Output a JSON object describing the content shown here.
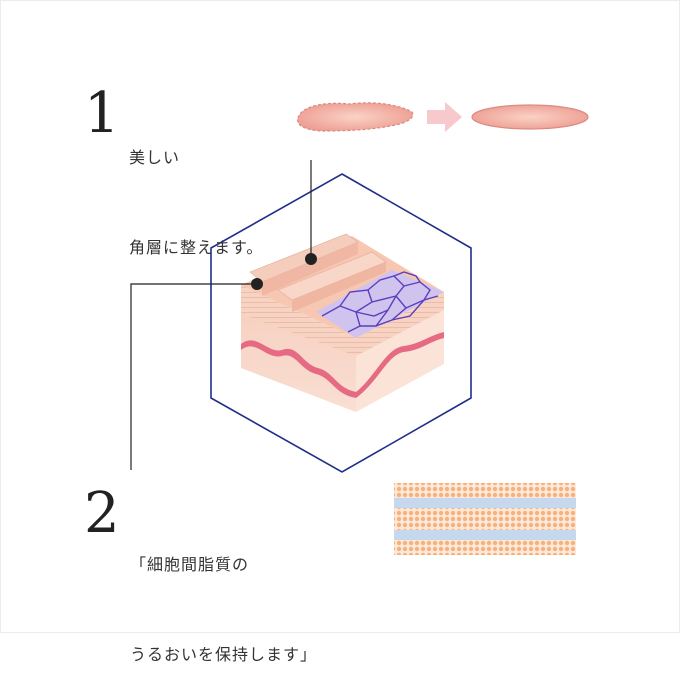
{
  "steps": [
    {
      "number": "1",
      "line1": "美しい",
      "line2": "角層に整えます。"
    },
    {
      "number": "2",
      "line1": "「細胞間脂質の",
      "line2": "うるおいを保持します」"
    }
  ],
  "colors": {
    "hexagon": "#1f2f8a",
    "skin_light": "#f9d6c4",
    "skin_mid": "#f1b6a6",
    "membrane": "#d94f6e",
    "cells": "#5a3fbf",
    "pad": "#f0a87a",
    "lipid_band": "#c6d8ee"
  }
}
